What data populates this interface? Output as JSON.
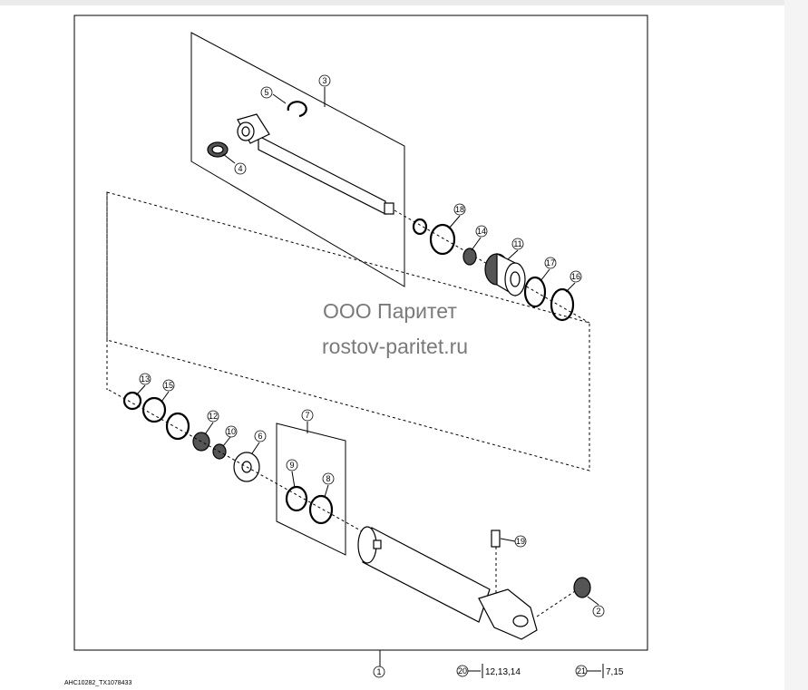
{
  "watermark": {
    "company": "ООО Паритет",
    "site": "rostov-paritet.ru"
  },
  "figure_id": "AHC10282_TX1078433",
  "callouts": {
    "c1": "1",
    "c2": "2",
    "c3": "3",
    "c4": "4",
    "c5": "5",
    "c6": "6",
    "c7": "7",
    "c8": "8",
    "c9": "9",
    "c10": "10",
    "c11": "11",
    "c12": "12",
    "c13": "13",
    "c14": "14",
    "c15": "15",
    "c16": "16",
    "c17": "17",
    "c18": "18",
    "c19": "19",
    "c20": "20",
    "c21": "21"
  },
  "legend": {
    "ref20": "12,13,14",
    "ref21": "7,15"
  }
}
